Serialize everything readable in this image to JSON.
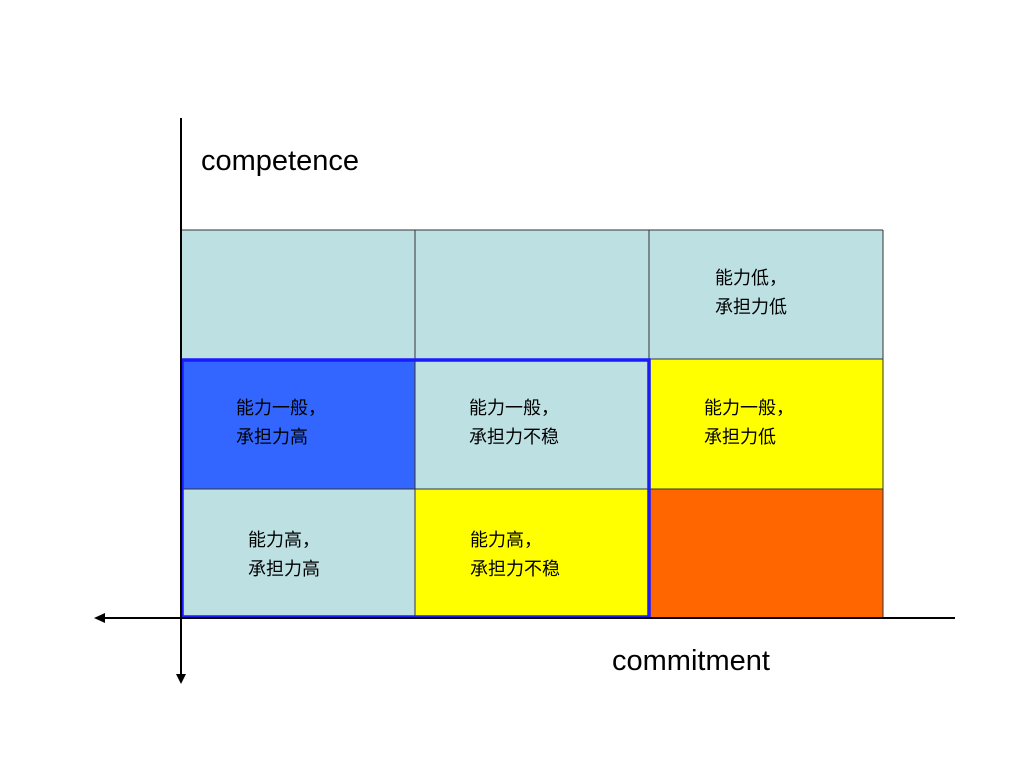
{
  "axes": {
    "y_label": "competence",
    "x_label": "commitment"
  },
  "grid": {
    "rows": [
      [
        {
          "line1": "",
          "line2": "",
          "color": "#bde0e3"
        },
        {
          "line1": "",
          "line2": "",
          "color": "#bde0e3"
        },
        {
          "line1": "能力低，",
          "line2": "承担力低",
          "color": "#bde0e3"
        }
      ],
      [
        {
          "line1": "能力一般，",
          "line2": "承担力高",
          "color": "#3366ff"
        },
        {
          "line1": "能力一般，",
          "line2": "承担力不稳",
          "color": "#bde0e3"
        },
        {
          "line1": "能力一般，",
          "line2": "承担力低",
          "color": "#ffff00"
        }
      ],
      [
        {
          "line1": "能力高，",
          "line2": "承担力高",
          "color": "#bde0e3"
        },
        {
          "line1": "能力高，",
          "line2": "承担力不稳",
          "color": "#ffff00"
        },
        {
          "line1": "",
          "line2": "",
          "color": "#ff6600"
        }
      ]
    ],
    "highlight_color": "#1a1aff"
  }
}
